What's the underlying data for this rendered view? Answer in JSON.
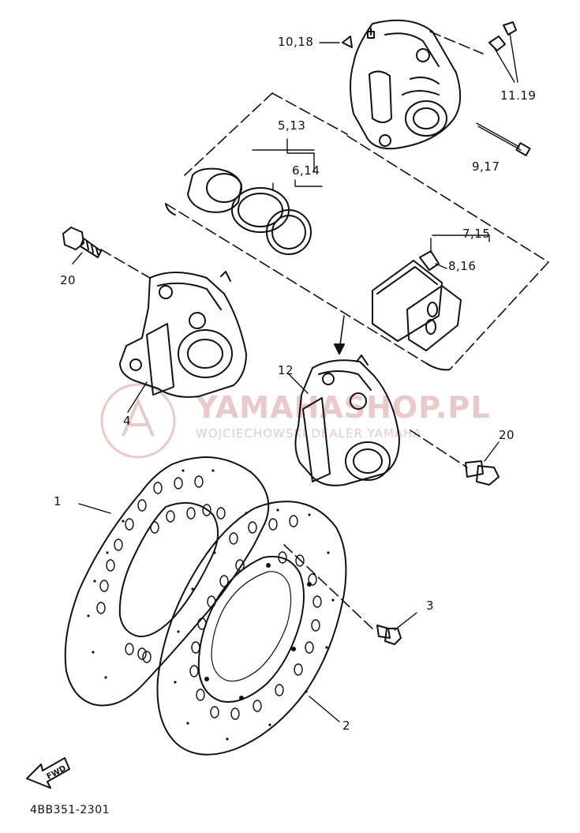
{
  "labels": {
    "p10_18": "10,18",
    "p11_19": "11.19",
    "p5_13": "5,13",
    "p6_14": "6,14",
    "p9_17": "9,17",
    "p7_15": "7,15",
    "p8_16": "8,16",
    "p20a": "20",
    "p12": "12",
    "p4": "4",
    "p20b": "20",
    "p1": "1",
    "p3": "3",
    "p2": "2"
  },
  "diagram_code": "4BB351-2301",
  "fwd_label": "FWD",
  "watermark": {
    "main": "YAMAHASHOP.PL",
    "sub": "WOJCIECHOWSKI DEALER YAMAHA"
  },
  "colors": {
    "line": "#111111",
    "watermark": "#e9c9c9"
  }
}
